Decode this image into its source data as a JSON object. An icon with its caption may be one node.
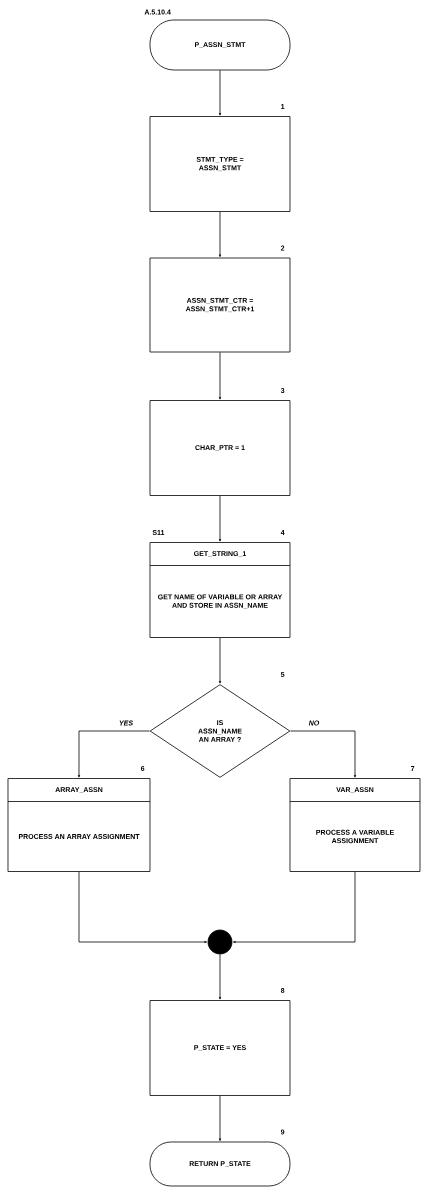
{
  "diagram": {
    "nodes": [
      {
        "text": [
          "P_ASSN_STMT"
        ]
      },
      {
        "text": [
          "STMT_TYPE = ASSN_STMT"
        ],
        "beside": [
          "1"
        ]
      },
      {
        "text": [
          "ASSN_STMT_CTR = ASSN_STMT_CTR+1"
        ],
        "beside": [
          "2"
        ]
      },
      {
        "text": [
          "CHAR_PTR = 1"
        ],
        "beside": [
          "3"
        ]
      },
      {
        "text": [
          "GET_STRING_1",
          "GET NAME OF VARIABLE OR ARRAY AND STORE IN ASSN_NAME"
        ],
        "beside": [
          "S11",
          "4"
        ]
      },
      {
        "text": [
          "IS ASSN_NAME AN ARRAY ?"
        ],
        "beside": [
          "5"
        ]
      },
      {
        "text": [
          "ARRAY_ASSN",
          "PROCESS AN ARRAY ASSIGNMENT"
        ],
        "beside": [
          "6"
        ]
      },
      {
        "text": [
          "VAR_ASSN",
          "PROCESS A VARIABLE ASSIGNMENT"
        ],
        "beside": [
          "7"
        ]
      },
      {
        "text": [],
        "shape": "circle"
      },
      {
        "text": [
          "P_STATE = YES"
        ],
        "beside": [
          "8"
        ]
      },
      {
        "text": [
          "RETURN P_STATE"
        ],
        "beside": [
          "9"
        ]
      }
    ],
    "edges": [
      {
        "from": 0,
        "to": 1,
        "arrow": "to"
      },
      {
        "from": 1,
        "to": 2,
        "arrow": "to"
      },
      {
        "from": 2,
        "to": 3,
        "arrow": "to"
      },
      {
        "from": 3,
        "to": 4,
        "arrow": "to"
      },
      {
        "from": 4,
        "to": 5,
        "arrow": "to"
      },
      {
        "from": 5,
        "to": 6,
        "arrow": "to",
        "label": "YES"
      },
      {
        "from": 5,
        "to": 7,
        "arrow": "to",
        "label": "NO"
      },
      {
        "from": 6,
        "to": 8,
        "arrow": "to"
      },
      {
        "from": 7,
        "to": 8,
        "arrow": "to"
      },
      {
        "from": 8,
        "to": 9,
        "arrow": "to"
      },
      {
        "from": 9,
        "to": 10,
        "arrow": "to"
      }
    ],
    "labels": [
      "A.5.10.4"
    ]
  }
}
